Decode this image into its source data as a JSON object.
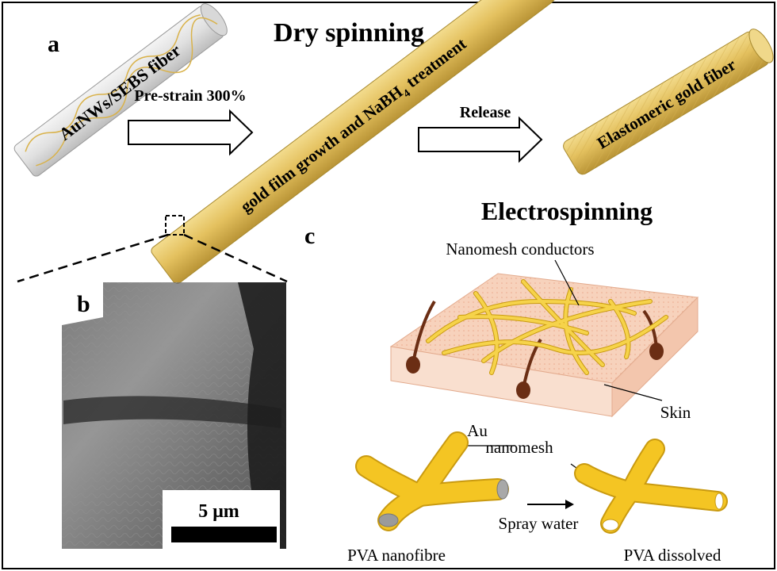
{
  "panel_a": {
    "letter": "a",
    "title": "Dry spinning",
    "fiber_start_label": "AuNWs/SEBS fiber",
    "step1_label": "Pre-strain 300%",
    "fiber_mid_label_pre": "gold film growth and NaBH",
    "fiber_mid_label_sub": "4",
    "fiber_mid_label_post": " treatment",
    "step2_label": "Release",
    "fiber_end_label": "Elastomeric gold fiber"
  },
  "panel_b": {
    "letter": "b",
    "scale_bar_label": "5 μm"
  },
  "panel_c": {
    "letter": "c",
    "title": "Electrospinning",
    "nanomesh_conductors_label": "Nanomesh conductors",
    "skin_label": "Skin",
    "au_label": "Au",
    "nanomesh_label": "nanomesh",
    "spray_water_label": "Spray water",
    "pva_nanofibre_label": "PVA nanofibre",
    "pva_dissolved_label": "PVA dissolved"
  },
  "colors": {
    "gold": "#e8c96a",
    "gold_dark": "#c9a23e",
    "grey_fiber": "#e2e2e2",
    "skin": "#f6cdb4",
    "nanofibre": "#f1c21b"
  }
}
